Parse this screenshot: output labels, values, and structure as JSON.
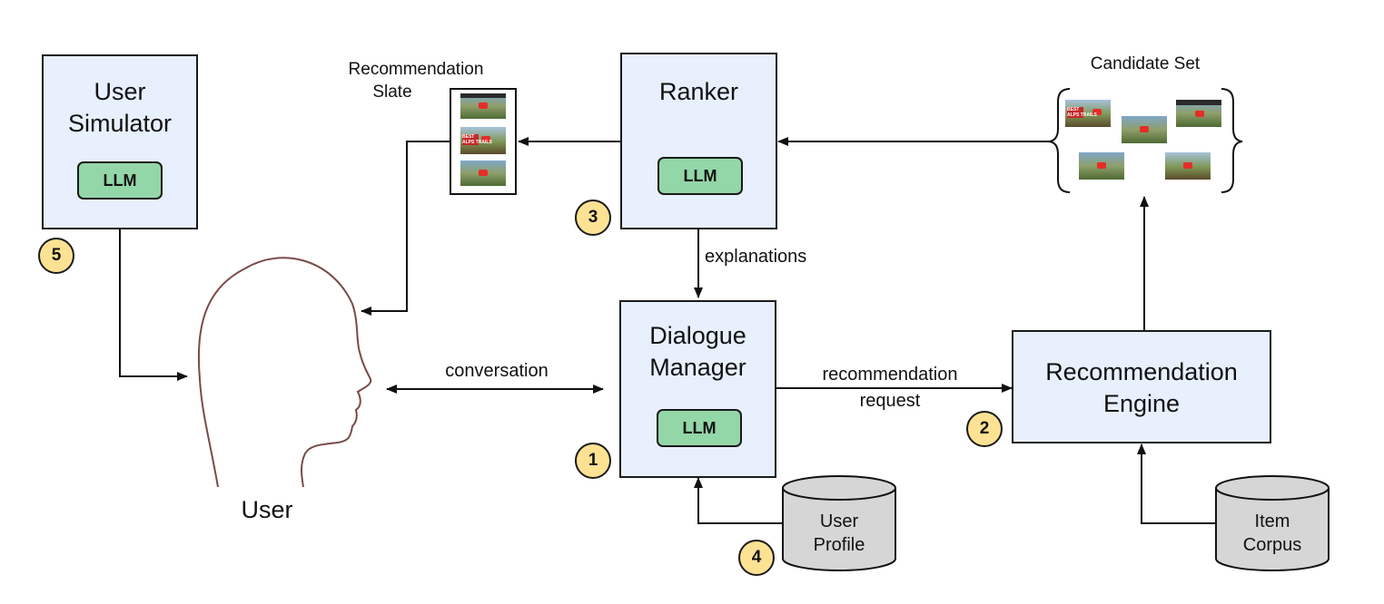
{
  "nodes": {
    "user_simulator": {
      "title_lines": [
        "User",
        "Simulator"
      ],
      "llm_label": "LLM",
      "step": "5"
    },
    "ranker": {
      "title": "Ranker",
      "llm_label": "LLM",
      "step": "3"
    },
    "dialogue_manager": {
      "title_lines": [
        "Dialogue",
        "Manager"
      ],
      "llm_label": "LLM",
      "step": "1"
    },
    "recommendation_engine": {
      "title_lines": [
        "Recommendation",
        "Engine"
      ],
      "step": "2"
    },
    "user": {
      "label": "User"
    },
    "user_profile": {
      "label_lines": [
        "User",
        "Profile"
      ],
      "step": "4"
    },
    "item_corpus": {
      "label_lines": [
        "Item",
        "Corpus"
      ]
    },
    "recommendation_slate": {
      "label_lines": [
        "Recommendation",
        "Slate"
      ]
    },
    "candidate_set": {
      "label": "Candidate Set"
    }
  },
  "edges": {
    "explanations": "explanations",
    "conversation": "conversation",
    "recommendation_request_lines": [
      "recommendation",
      "request"
    ]
  },
  "thumbnail_text": [
    "BEST",
    "ALPS TRAILS"
  ],
  "colors": {
    "box_fill": "#e8f0fe",
    "llm_fill": "#93d6a8",
    "badge_fill": "#fde293",
    "cylinder_fill": "#d6d6d6",
    "thumbnail_play": "#e52d27"
  }
}
